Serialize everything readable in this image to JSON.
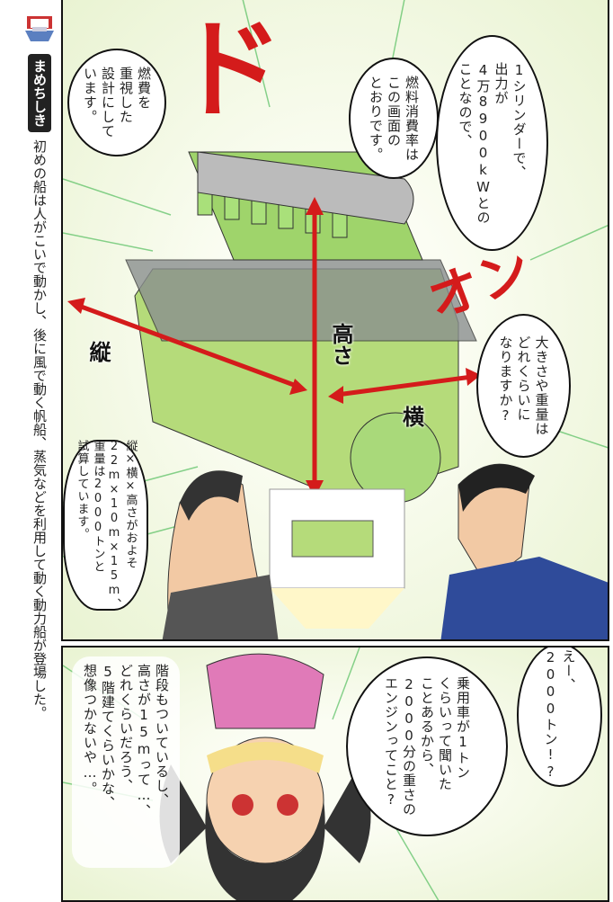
{
  "sidebar": {
    "label": "まめちしき",
    "body": "初めの船は人がこいで動かし、後に風で動く帆船、蒸気などを利用して動く動力船が登場した。"
  },
  "panel1": {
    "sfx_do": "ド",
    "sfx_on": "オン",
    "bubble_output": [
      "1シリンダーで、",
      "出力が",
      "4万8900kWとの",
      "ことなので、"
    ],
    "bubble_fuel": [
      "燃料消費率は",
      "この画面の",
      "とおりです。"
    ],
    "bubble_design": [
      "燃費を",
      "重視した",
      "設計にして",
      "います。"
    ],
    "label_tate": "縦",
    "label_takasa": "高さ",
    "label_yoko": "横",
    "bubble_question": [
      "大きさや重量は",
      "どれくらいに",
      "なりますか?"
    ],
    "bubble_answer": [
      "縦×横×高さがおよそ",
      "22m×10m×15m、",
      "重量は2000トンと",
      "試算しています。"
    ]
  },
  "panel2": {
    "bubble_surprise": [
      "えー、",
      "2000トン!?"
    ],
    "bubble_car": [
      "乗用車が1トン",
      "くらいって聞いた",
      "ことあるから、",
      "2000分の重さの",
      "エンジンってこと?"
    ],
    "bubble_stairs": [
      "階段もついているし、",
      "高さが15mって…、",
      "どれくらいだろう、",
      "5階建てくらいかな、",
      "想像つかないや…。"
    ]
  },
  "colors": {
    "engine": "#b5db7a",
    "arrow": "#d41b1b",
    "speedline": "#3bb54a"
  }
}
